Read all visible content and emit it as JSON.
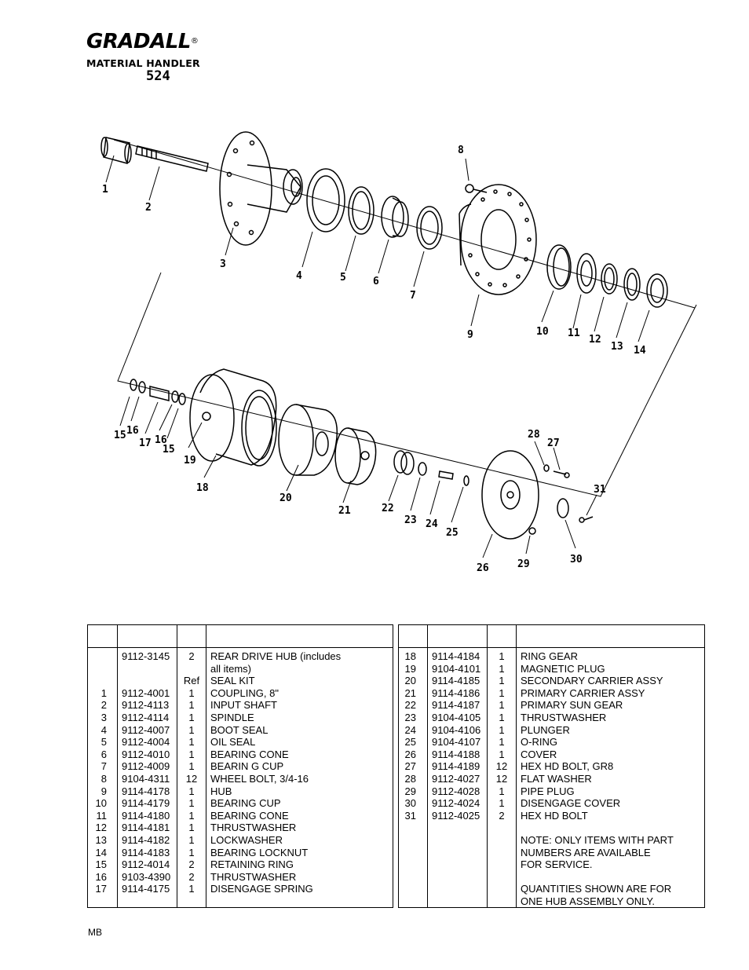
{
  "header": {
    "brand": "GRADALL",
    "trademark": "®",
    "product": "MATERIAL HANDLER",
    "model": "524"
  },
  "diagram": {
    "callouts": [
      "1",
      "2",
      "3",
      "4",
      "5",
      "6",
      "7",
      "8",
      "9",
      "10",
      "11",
      "12",
      "13",
      "14",
      "15",
      "16",
      "17",
      "16",
      "15",
      "19",
      "18",
      "20",
      "21",
      "22",
      "23",
      "24",
      "25",
      "26",
      "28",
      "27",
      "31",
      "29",
      "30"
    ]
  },
  "parts_left": [
    {
      "item": "",
      "part": "9112-3145",
      "qty": "2",
      "desc": "REAR DRIVE HUB (includes"
    },
    {
      "item": "",
      "part": "",
      "qty": "",
      "desc": "all items)"
    },
    {
      "item": "",
      "part": "",
      "qty": "Ref",
      "desc": "SEAL KIT"
    },
    {
      "item": "1",
      "part": "9112-4001",
      "qty": "1",
      "desc": "COUPLING, 8\""
    },
    {
      "item": "2",
      "part": "9112-4113",
      "qty": "1",
      "desc": "INPUT SHAFT"
    },
    {
      "item": "3",
      "part": "9112-4114",
      "qty": "1",
      "desc": "SPINDLE"
    },
    {
      "item": "4",
      "part": "9112-4007",
      "qty": "1",
      "desc": "BOOT SEAL"
    },
    {
      "item": "5",
      "part": "9112-4004",
      "qty": "1",
      "desc": "OIL SEAL"
    },
    {
      "item": "6",
      "part": "9112-4010",
      "qty": "1",
      "desc": "BEARING CONE"
    },
    {
      "item": "7",
      "part": "9112-4009",
      "qty": "1",
      "desc": "BEARIN G CUP"
    },
    {
      "item": "8",
      "part": "9104-4311",
      "qty": "12",
      "desc": "WHEEL BOLT, 3/4-16"
    },
    {
      "item": "9",
      "part": "9114-4178",
      "qty": "1",
      "desc": "HUB"
    },
    {
      "item": "10",
      "part": "9114-4179",
      "qty": "1",
      "desc": "BEARING CUP"
    },
    {
      "item": "11",
      "part": "9114-4180",
      "qty": "1",
      "desc": "BEARING CONE"
    },
    {
      "item": "12",
      "part": "9114-4181",
      "qty": "1",
      "desc": "THRUSTWASHER"
    },
    {
      "item": "13",
      "part": "9114-4182",
      "qty": "1",
      "desc": "LOCKWASHER"
    },
    {
      "item": "14",
      "part": "9114-4183",
      "qty": "1",
      "desc": "BEARING LOCKNUT"
    },
    {
      "item": "15",
      "part": "9112-4014",
      "qty": "2",
      "desc": "RETAINING RING"
    },
    {
      "item": "16",
      "part": "9103-4390",
      "qty": "2",
      "desc": "THRUSTWASHER"
    },
    {
      "item": "17",
      "part": "9114-4175",
      "qty": "1",
      "desc": "DISENGAGE SPRING"
    }
  ],
  "parts_right": [
    {
      "item": "18",
      "part": "9114-4184",
      "qty": "1",
      "desc": "RING GEAR"
    },
    {
      "item": "19",
      "part": "9104-4101",
      "qty": "1",
      "desc": "MAGNETIC PLUG"
    },
    {
      "item": "20",
      "part": "9114-4185",
      "qty": "1",
      "desc": "SECONDARY CARRIER ASSY"
    },
    {
      "item": "21",
      "part": "9114-4186",
      "qty": "1",
      "desc": "PRIMARY CARRIER ASSY"
    },
    {
      "item": "22",
      "part": "9114-4187",
      "qty": "1",
      "desc": "PRIMARY SUN GEAR"
    },
    {
      "item": "23",
      "part": "9104-4105",
      "qty": "1",
      "desc": "THRUSTWASHER"
    },
    {
      "item": "24",
      "part": "9104-4106",
      "qty": "1",
      "desc": "PLUNGER"
    },
    {
      "item": "25",
      "part": "9104-4107",
      "qty": "1",
      "desc": "O-RING"
    },
    {
      "item": "26",
      "part": "9114-4188",
      "qty": "1",
      "desc": "COVER"
    },
    {
      "item": "27",
      "part": "9114-4189",
      "qty": "12",
      "desc": "HEX HD BOLT, GR8"
    },
    {
      "item": "28",
      "part": "9112-4027",
      "qty": "12",
      "desc": "FLAT WASHER"
    },
    {
      "item": "29",
      "part": "9112-4028",
      "qty": "1",
      "desc": "PIPE PLUG"
    },
    {
      "item": "30",
      "part": "9112-4024",
      "qty": "1",
      "desc": "DISENGAGE COVER"
    },
    {
      "item": "31",
      "part": "9112-4025",
      "qty": "2",
      "desc": "HEX HD BOLT"
    },
    {
      "item": "",
      "part": "",
      "qty": "",
      "desc": ""
    },
    {
      "item": "",
      "part": "",
      "qty": "",
      "desc": "NOTE:  ONLY ITEMS WITH PART"
    },
    {
      "item": "",
      "part": "",
      "qty": "",
      "desc": "NUMBERS ARE AVAILABLE"
    },
    {
      "item": "",
      "part": "",
      "qty": "",
      "desc": "FOR SERVICE."
    },
    {
      "item": "",
      "part": "",
      "qty": "",
      "desc": ""
    },
    {
      "item": "",
      "part": "",
      "qty": "",
      "desc": "QUANTITIES SHOWN ARE FOR"
    },
    {
      "item": "",
      "part": "",
      "qty": "",
      "desc": "ONE HUB ASSEMBLY ONLY."
    }
  ],
  "footer": {
    "code": "MB"
  }
}
